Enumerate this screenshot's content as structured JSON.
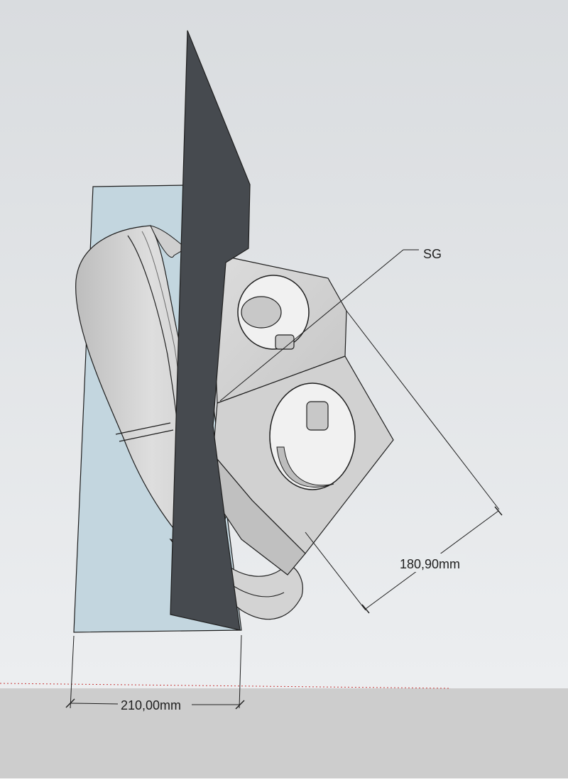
{
  "model": {
    "annotations": {
      "sg_label": "SG",
      "dim_width": "210,00mm",
      "dim_diagonal": "180,90mm"
    },
    "colors": {
      "sky_top": "#d8dcdf",
      "sky_bottom": "#e9ecee",
      "ground": "#cdcdcd",
      "back_panel": "#c3d6df",
      "dark_plate": "#464a4f",
      "part_light": "#d9d9d9",
      "part_mid": "#c4c4c4",
      "part_shadow": "#a8a8a8",
      "edge": "#1e1e1e",
      "horizon_line": "#c63b3b"
    }
  }
}
